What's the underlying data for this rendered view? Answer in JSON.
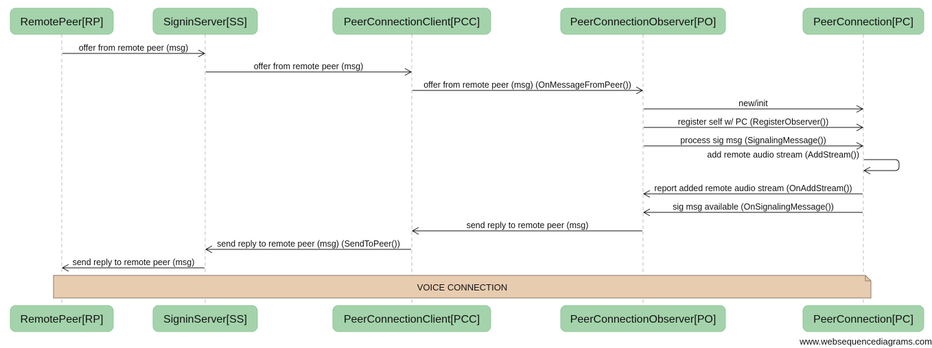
{
  "participants": [
    {
      "id": "RP",
      "label": "RemotePeer[RP]"
    },
    {
      "id": "SS",
      "label": "SigninServer[SS]"
    },
    {
      "id": "PCC",
      "label": "PeerConnectionClient[PCC]"
    },
    {
      "id": "PO",
      "label": "PeerConnectionObserver[PO]"
    },
    {
      "id": "PC",
      "label": "PeerConnection[PC]"
    }
  ],
  "messages": [
    {
      "from": "RP",
      "to": "SS",
      "label": "offer from remote peer (msg)"
    },
    {
      "from": "SS",
      "to": "PCC",
      "label": "offer from remote peer (msg)"
    },
    {
      "from": "PCC",
      "to": "PO",
      "label": "offer from remote peer (msg) (OnMessageFromPeer())"
    },
    {
      "from": "PO",
      "to": "PC",
      "label": "new/init"
    },
    {
      "from": "PO",
      "to": "PC",
      "label": "register self w/ PC (RegisterObserver())"
    },
    {
      "from": "PO",
      "to": "PC",
      "label": "process sig msg (SignalingMessage())"
    },
    {
      "from": "PC",
      "to": "PC",
      "label": "add remote audio stream (AddStream())"
    },
    {
      "from": "PC",
      "to": "PO",
      "label": "report added remote audio stream (OnAddStream())"
    },
    {
      "from": "PC",
      "to": "PO",
      "label": "sig msg available (OnSignalingMessage())"
    },
    {
      "from": "PO",
      "to": "PCC",
      "label": "send reply to remote peer (msg)"
    },
    {
      "from": "PCC",
      "to": "SS",
      "label": "send reply to remote peer (msg) (SendToPeer())"
    },
    {
      "from": "SS",
      "to": "RP",
      "label": "send reply to remote peer (msg)"
    }
  ],
  "note": {
    "over": [
      "RP",
      "PC"
    ],
    "label": "VOICE CONNECTION"
  },
  "watermark": "www.websequencediagrams.com",
  "colors": {
    "participant_fill": "#a4d3ab",
    "note_fill": "#e8ccb0",
    "lifeline": "#bcbcbc",
    "arrow": "#111111"
  }
}
